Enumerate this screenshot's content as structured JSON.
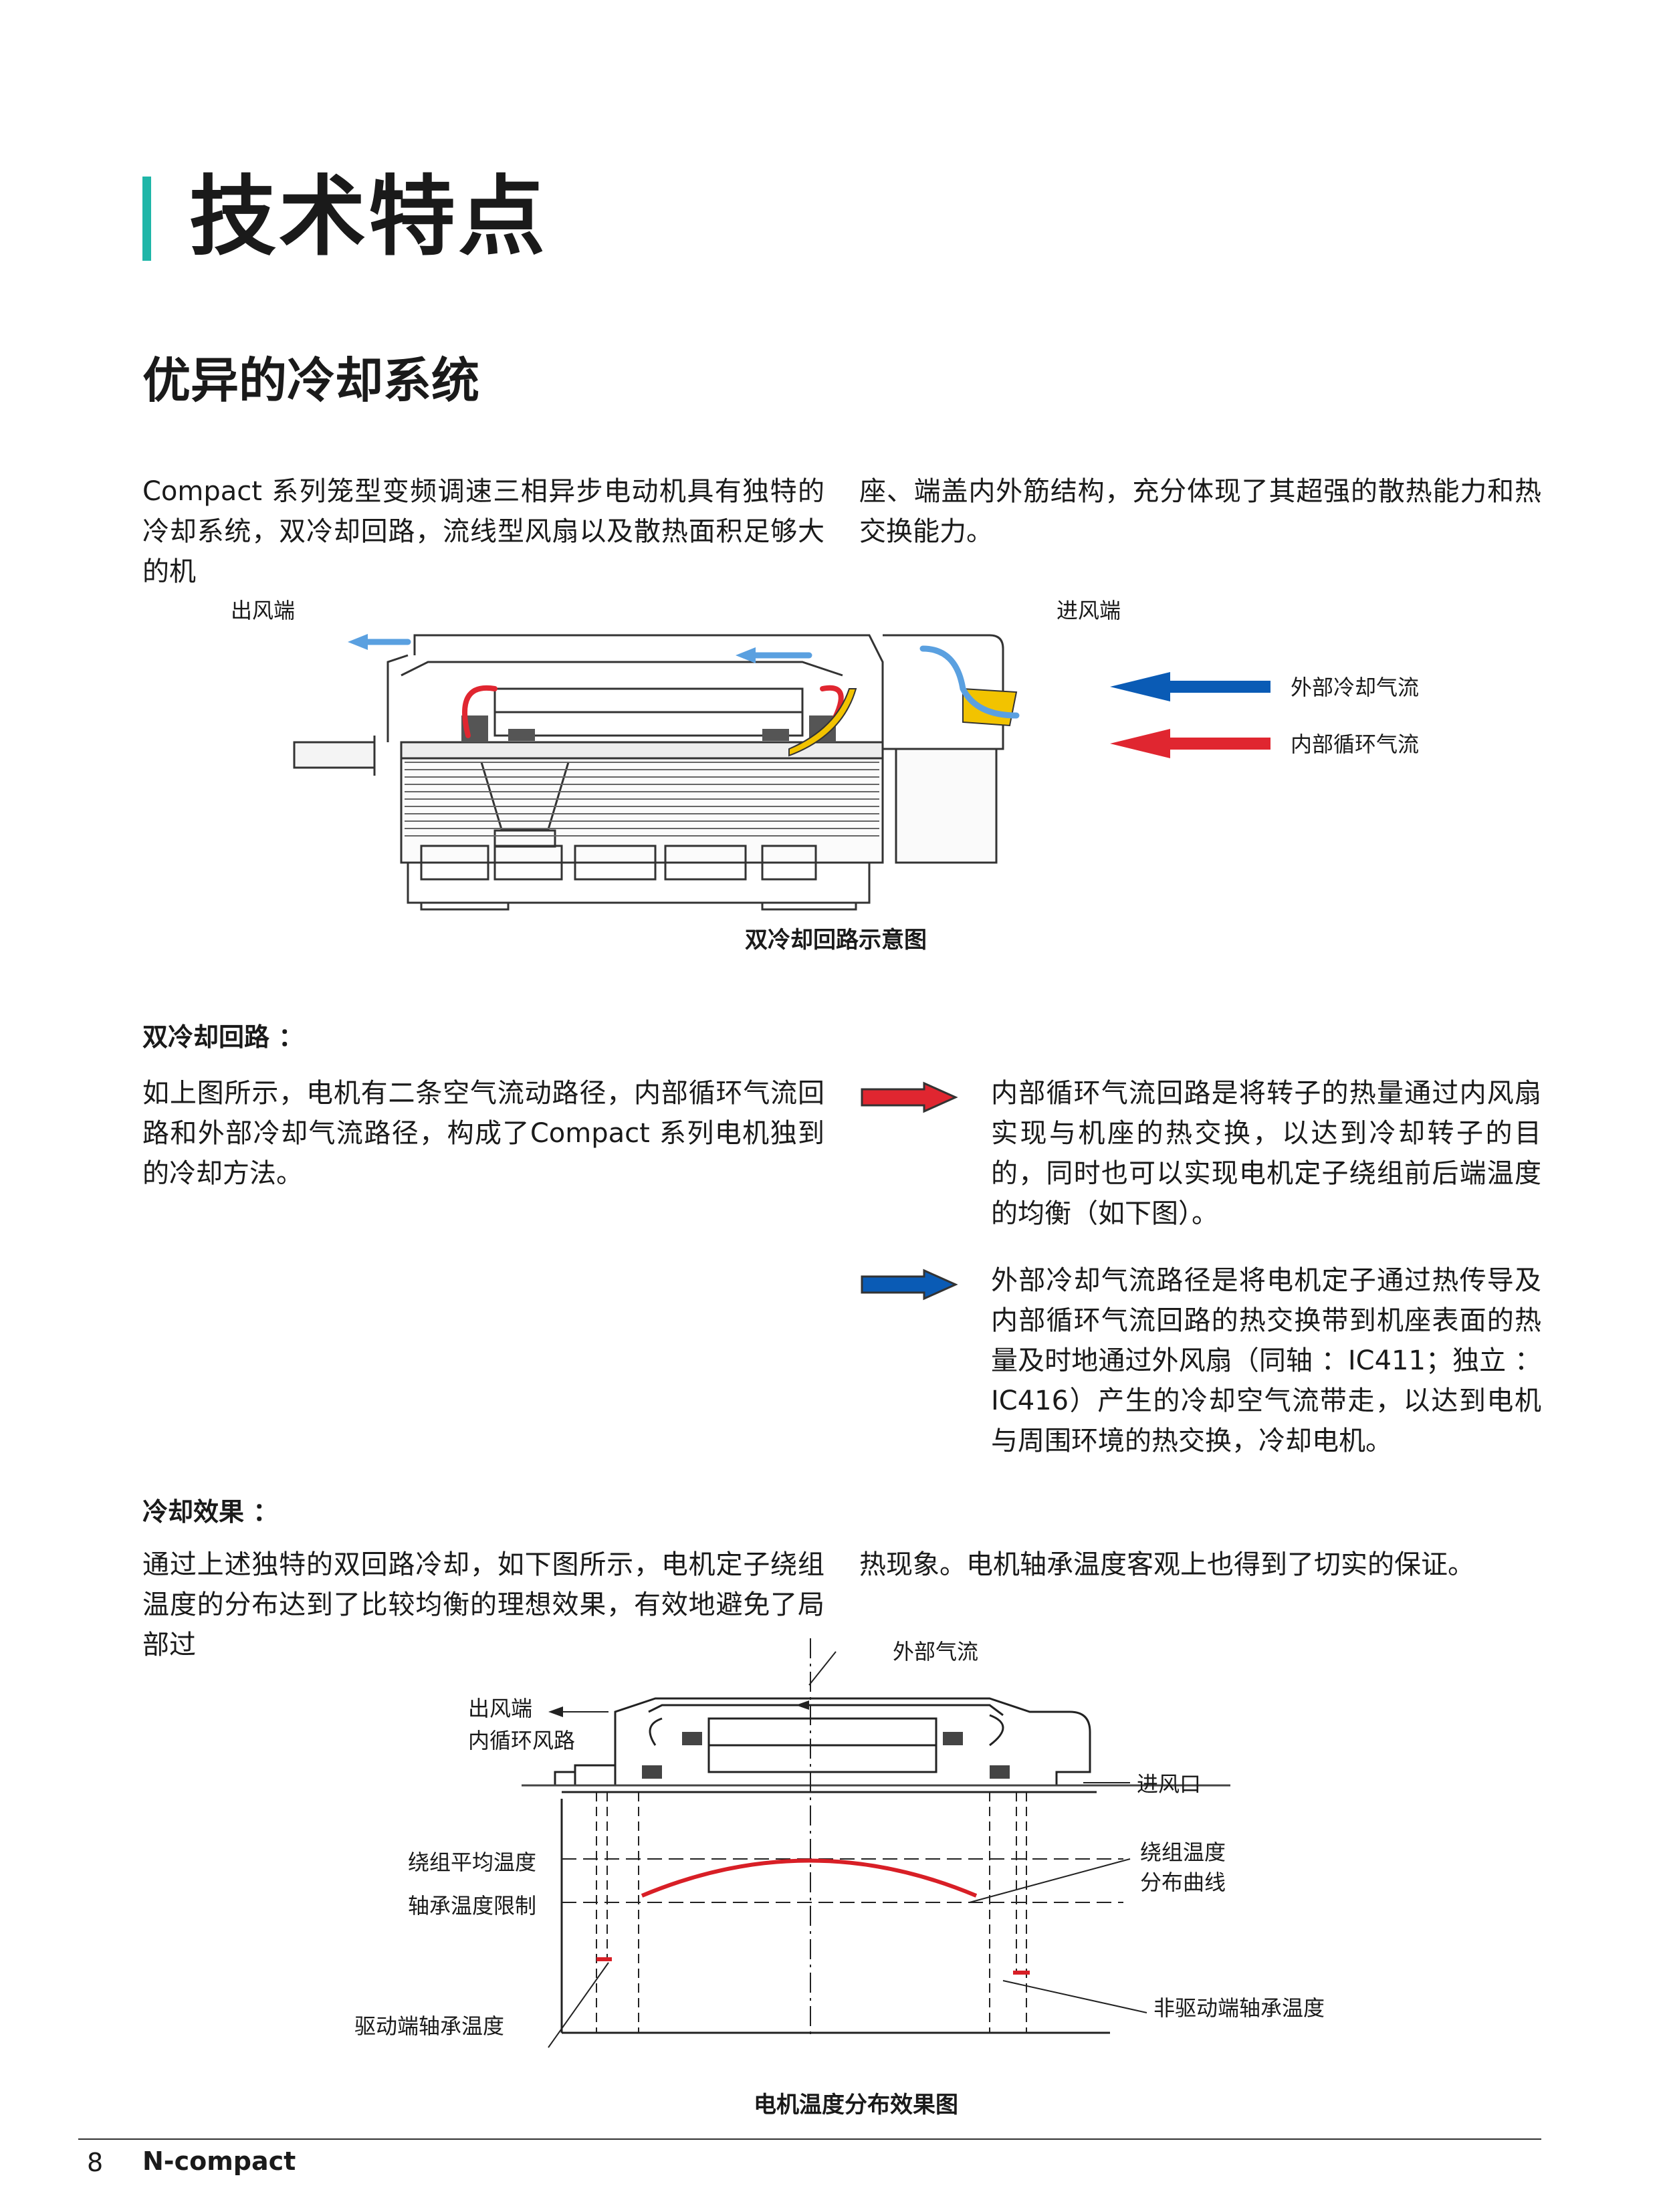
{
  "heading": {
    "title": "技术特点",
    "subtitle": "优异的冷却系统"
  },
  "intro": {
    "col1": "Compact 系列笼型变频调速三相异步电动机具有独特的冷却系统，双冷却回路，流线型风扇以及散热面积足够大的机",
    "col2": "座、端盖内外筋结构，充分体现了其超强的散热能力和热交换能力。"
  },
  "figure1": {
    "outlet_label": "出风端",
    "inlet_label": "进风端",
    "legend_external": "外部冷却气流",
    "legend_internal": "内部循环气流",
    "caption": "双冷却回路示意图",
    "colors": {
      "external": "#0a5bb5",
      "internal": "#e02630",
      "fan": "#f2c300"
    }
  },
  "dual_loop": {
    "heading": "双冷却回路 ：",
    "body": "如上图所示，电机有二条空气流动路径，内部循环气流回路和外部冷却气流路径，构成了Compact 系列电机独到的冷却方法。",
    "internal_desc": "内部循环气流回路是将转子的热量通过内风扇实现与机座的热交换，以达到冷却转子的目的，同时也可以实现电机定子绕组前后端温度的均衡（如下图）。",
    "external_desc": "外部冷却气流路径是将电机定子通过热传导及内部循环气流回路的热交换带到机座表面的热量及时地通过外风扇（同轴 ：IC411；独立 ：IC416）产生的冷却空气流带走，以达到电机与周围环境的热交换，冷却电机。"
  },
  "cooling_effect": {
    "heading": "冷却效果 ：",
    "col1": "通过上述独特的双回路冷却，如下图所示，电机定子绕组温度的分布达到了比较均衡的理想效果，有效地避免了局部过",
    "col2": "热现象。电机轴承温度客观上也得到了切实的保证。"
  },
  "figure2": {
    "external_air": "外部气流",
    "outlet": "出风端",
    "internal_path": "内循环风路",
    "inlet": "进风口",
    "winding_avg": "绕组平均温度",
    "bearing_limit": "轴承温度限制",
    "winding_curve_1": "绕组温度",
    "winding_curve_2": "分布曲线",
    "de_bearing": "驱动端轴承温度",
    "nde_bearing": "非驱动端轴承温度",
    "caption": "电机温度分布效果图"
  },
  "footer": {
    "page": "8",
    "brand": "N-compact"
  }
}
